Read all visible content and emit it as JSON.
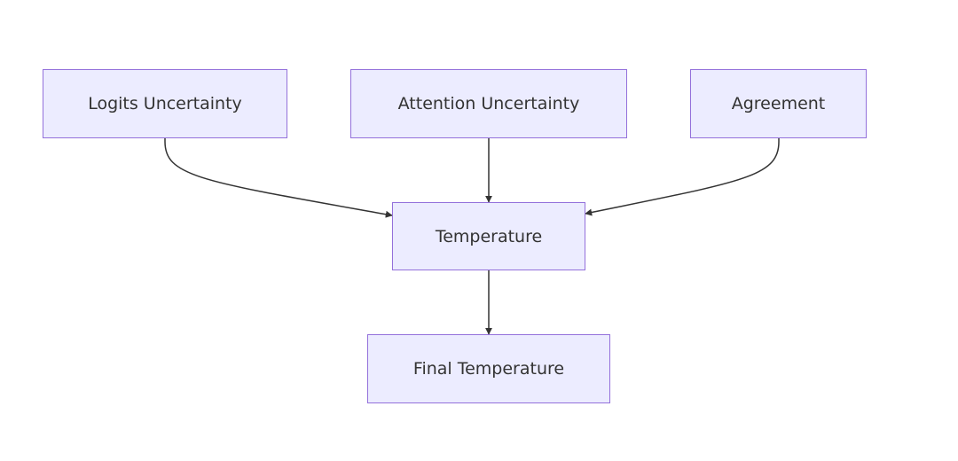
{
  "diagram": {
    "type": "flowchart",
    "direction": "top-down",
    "colors": {
      "node_fill": "#ececff",
      "node_border": "#9370db",
      "edge": "#333333",
      "text": "#333333",
      "background": "#ffffff"
    },
    "nodes": {
      "logits_uncertainty": {
        "label": "Logits Uncertainty"
      },
      "attention_uncertainty": {
        "label": "Attention Uncertainty"
      },
      "agreement": {
        "label": "Agreement"
      },
      "temperature": {
        "label": "Temperature"
      },
      "final_temperature": {
        "label": "Final Temperature"
      }
    },
    "edges": [
      {
        "from": "logits_uncertainty",
        "to": "temperature"
      },
      {
        "from": "attention_uncertainty",
        "to": "temperature"
      },
      {
        "from": "agreement",
        "to": "temperature"
      },
      {
        "from": "temperature",
        "to": "final_temperature"
      }
    ]
  }
}
